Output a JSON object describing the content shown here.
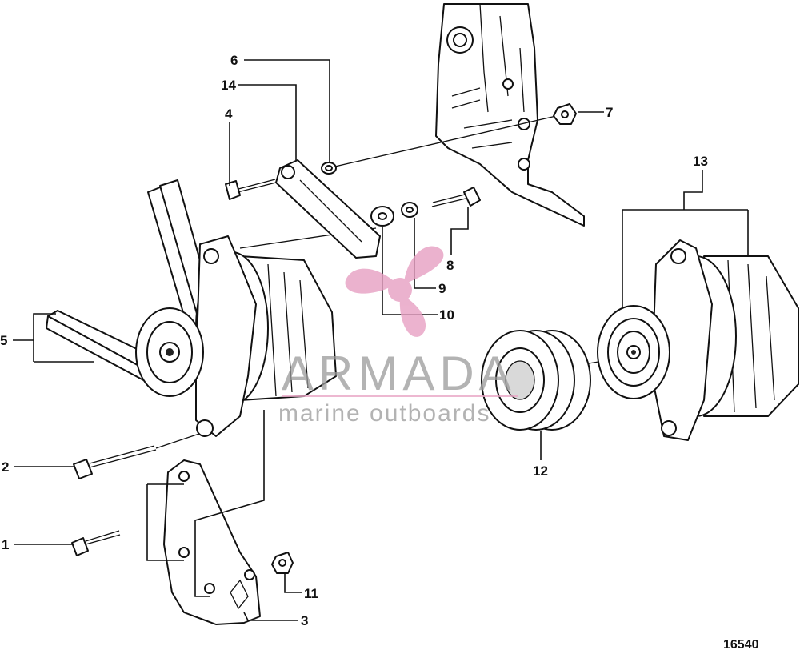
{
  "figure_number": "16540",
  "watermark": {
    "brand": "ARMADA",
    "tagline": "marine outboards",
    "logo_icon": "propeller-icon",
    "colors": {
      "logo": "#e7a0c3",
      "text": "#9a9a9a"
    }
  },
  "callouts": [
    {
      "id": "c1",
      "label": "1"
    },
    {
      "id": "c2",
      "label": "2"
    },
    {
      "id": "c3",
      "label": "3"
    },
    {
      "id": "c4",
      "label": "4"
    },
    {
      "id": "c5",
      "label": "5"
    },
    {
      "id": "c6",
      "label": "6"
    },
    {
      "id": "c7",
      "label": "7"
    },
    {
      "id": "c8",
      "label": "8"
    },
    {
      "id": "c9",
      "label": "9"
    },
    {
      "id": "c10",
      "label": "10"
    },
    {
      "id": "c11",
      "label": "11"
    },
    {
      "id": "c12",
      "label": "12"
    },
    {
      "id": "c13",
      "label": "13"
    },
    {
      "id": "c14",
      "label": "14"
    }
  ]
}
